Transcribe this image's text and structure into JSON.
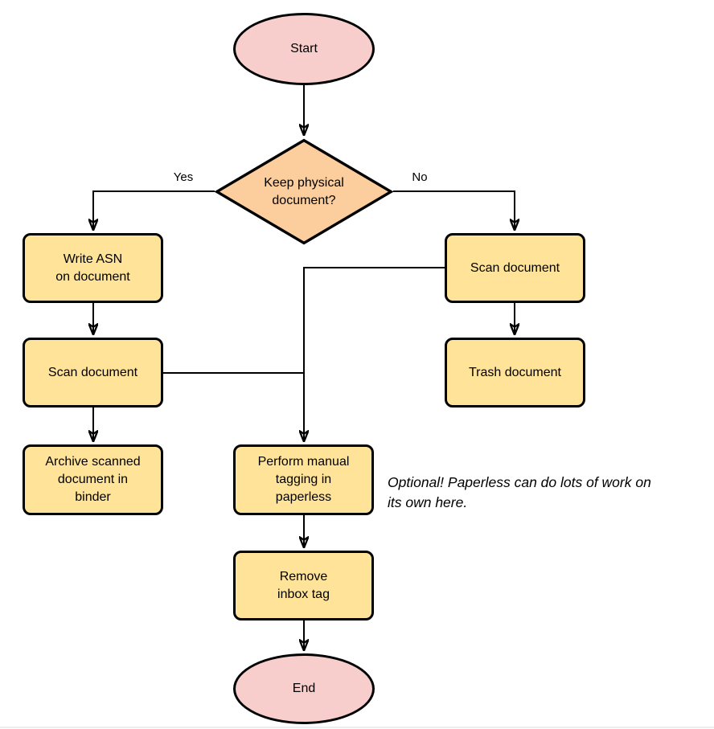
{
  "diagram": {
    "type": "flowchart",
    "nodes": {
      "start": {
        "label": "Start",
        "shape": "terminator"
      },
      "decision": {
        "label": "Keep physical\ndocument?",
        "shape": "decision"
      },
      "write_asn": {
        "label": "Write ASN\non document",
        "shape": "process"
      },
      "scan_left": {
        "label": "Scan document",
        "shape": "process"
      },
      "archive": {
        "label": "Archive scanned\ndocument in\nbinder",
        "shape": "process"
      },
      "scan_right": {
        "label": "Scan document",
        "shape": "process"
      },
      "trash": {
        "label": "Trash document",
        "shape": "process"
      },
      "perform_tagging": {
        "label": "Perform manual\ntagging in\npaperless",
        "shape": "process"
      },
      "remove_inbox": {
        "label": "Remove\ninbox tag",
        "shape": "process"
      },
      "end": {
        "label": "End",
        "shape": "terminator"
      }
    },
    "edge_labels": {
      "yes": "Yes",
      "no": "No"
    },
    "edges": [
      {
        "from": "start",
        "to": "decision",
        "label": ""
      },
      {
        "from": "decision",
        "to": "write_asn",
        "label": "Yes"
      },
      {
        "from": "decision",
        "to": "scan_right",
        "label": "No"
      },
      {
        "from": "write_asn",
        "to": "scan_left",
        "label": ""
      },
      {
        "from": "scan_left",
        "to": "archive",
        "label": ""
      },
      {
        "from": "scan_right",
        "to": "trash",
        "label": ""
      },
      {
        "from": "scan_right",
        "to": "perform_tagging",
        "label": ""
      },
      {
        "from": "scan_left",
        "to": "perform_tagging",
        "label": ""
      },
      {
        "from": "perform_tagging",
        "to": "remove_inbox",
        "label": ""
      },
      {
        "from": "remove_inbox",
        "to": "end",
        "label": ""
      }
    ],
    "annotation": "Optional! Paperless can do lots of work on\nits own here.",
    "colors": {
      "terminator_fill": "#f8cecc",
      "decision_fill": "#fcce9e",
      "process_fill": "#ffe399",
      "node_stroke": "#000000",
      "connector": "#000000",
      "page_bottom_border": "#e9edf0"
    }
  }
}
